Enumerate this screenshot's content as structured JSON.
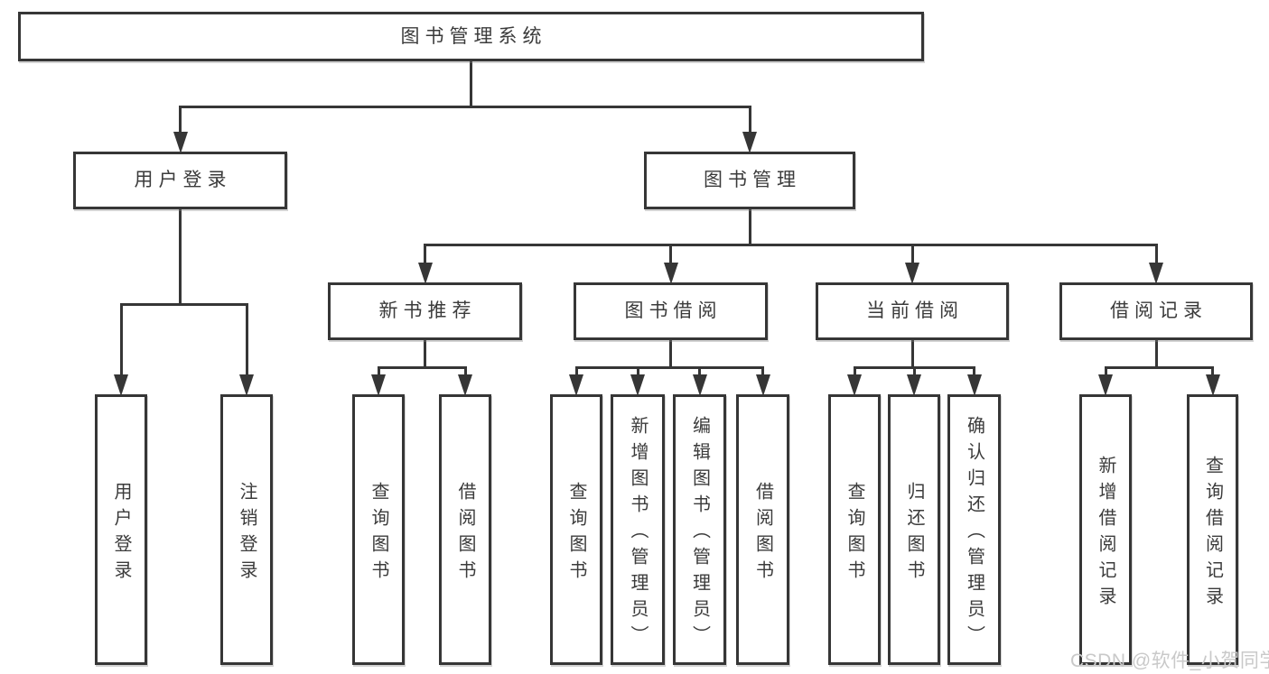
{
  "diagram": {
    "title": "图书管理系统",
    "nodes": [
      {
        "id": "root",
        "label": "图书管理系统"
      },
      {
        "id": "user-login",
        "label": "用户登录"
      },
      {
        "id": "book-mgmt",
        "label": "图书管理"
      },
      {
        "id": "new-book-rec",
        "label": "新书推荐"
      },
      {
        "id": "book-borrow",
        "label": "图书借阅"
      },
      {
        "id": "current-borrow",
        "label": "当前借阅"
      },
      {
        "id": "borrow-records",
        "label": "借阅记录"
      },
      {
        "id": "user-login-leaf",
        "label": "用户登录"
      },
      {
        "id": "logout",
        "label": "注销登录"
      },
      {
        "id": "query-books-1",
        "label": "查询图书"
      },
      {
        "id": "borrow-books-1",
        "label": "借阅图书"
      },
      {
        "id": "query-books-2",
        "label": "查询图书"
      },
      {
        "id": "add-books",
        "label": "新增图书（管理员）"
      },
      {
        "id": "edit-books",
        "label": "编辑图书（管理员）"
      },
      {
        "id": "borrow-books-2",
        "label": "借阅图书"
      },
      {
        "id": "query-books-3",
        "label": "查询图书"
      },
      {
        "id": "return-books",
        "label": "归还图书"
      },
      {
        "id": "confirm-return",
        "label": "确认归还（管理员）"
      },
      {
        "id": "add-borrow-record",
        "label": "新增借阅记录"
      },
      {
        "id": "query-borrow-record",
        "label": "查询借阅记录"
      }
    ],
    "hierarchy": [
      {
        "parent": "root",
        "children": [
          "user-login",
          "book-mgmt"
        ]
      },
      {
        "parent": "user-login",
        "children": [
          "user-login-leaf",
          "logout"
        ]
      },
      {
        "parent": "book-mgmt",
        "children": [
          "new-book-rec",
          "book-borrow",
          "current-borrow",
          "borrow-records"
        ]
      },
      {
        "parent": "new-book-rec",
        "children": [
          "query-books-1",
          "borrow-books-1"
        ]
      },
      {
        "parent": "book-borrow",
        "children": [
          "query-books-2",
          "add-books",
          "edit-books",
          "borrow-books-2"
        ]
      },
      {
        "parent": "current-borrow",
        "children": [
          "query-books-3",
          "return-books",
          "confirm-return"
        ]
      },
      {
        "parent": "borrow-records",
        "children": [
          "add-borrow-record",
          "query-borrow-record"
        ]
      }
    ]
  },
  "watermark": {
    "text": "CSDN @软件_小贺同学"
  },
  "colors": {
    "line": "#363636",
    "text": "#3b3b3b",
    "background": "#ffffff",
    "watermark": "#c9c9c9"
  }
}
